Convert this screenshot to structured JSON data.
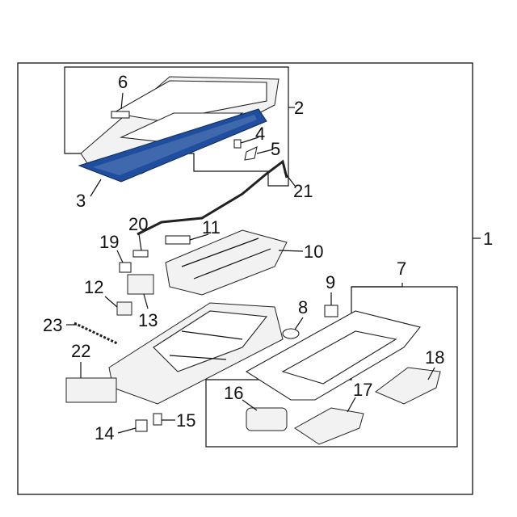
{
  "diagram": {
    "callouts": [
      {
        "id": "1",
        "text": "1"
      },
      {
        "id": "2",
        "text": "2"
      },
      {
        "id": "3",
        "text": "3"
      },
      {
        "id": "4",
        "text": "4"
      },
      {
        "id": "5",
        "text": "5"
      },
      {
        "id": "6",
        "text": "6"
      },
      {
        "id": "7",
        "text": "7"
      },
      {
        "id": "8",
        "text": "8"
      },
      {
        "id": "9",
        "text": "9"
      },
      {
        "id": "10",
        "text": "10"
      },
      {
        "id": "11",
        "text": "11"
      },
      {
        "id": "12",
        "text": "12"
      },
      {
        "id": "13",
        "text": "13"
      },
      {
        "id": "14",
        "text": "14"
      },
      {
        "id": "15",
        "text": "15"
      },
      {
        "id": "16",
        "text": "16"
      },
      {
        "id": "17",
        "text": "17"
      },
      {
        "id": "18",
        "text": "18"
      },
      {
        "id": "19",
        "text": "19"
      },
      {
        "id": "20",
        "text": "20"
      },
      {
        "id": "21",
        "text": "21"
      },
      {
        "id": "22",
        "text": "22"
      },
      {
        "id": "23",
        "text": "23"
      }
    ],
    "colors": {
      "highlight_seal": "#1f4e9e",
      "line": "#111111"
    }
  }
}
